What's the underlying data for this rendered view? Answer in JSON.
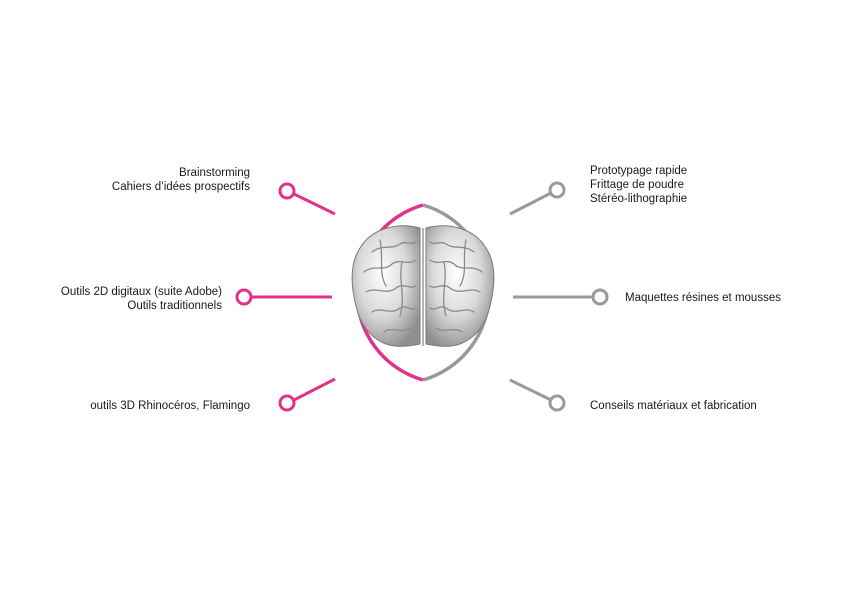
{
  "colors": {
    "creative_side": "#e2318a",
    "technical_side": "#999999",
    "text": "#1a1a1a"
  },
  "center_image": "brain-icon",
  "left_nodes": [
    {
      "lines": [
        "Brainstorming",
        "Cahiers d’idées prospectifs"
      ]
    },
    {
      "lines": [
        "Outils 2D digitaux (suite Adobe)",
        "Outils traditionnels"
      ]
    },
    {
      "lines": [
        "outils 3D Rhinocéros, Flamingo"
      ]
    }
  ],
  "right_nodes": [
    {
      "lines": [
        "Prototypage rapide",
        "Frittage de poudre",
        "Stéréo-lithographie"
      ]
    },
    {
      "lines": [
        "Maquettes résines et mousses"
      ]
    },
    {
      "lines": [
        "Conseils matériaux et fabrication"
      ]
    }
  ]
}
